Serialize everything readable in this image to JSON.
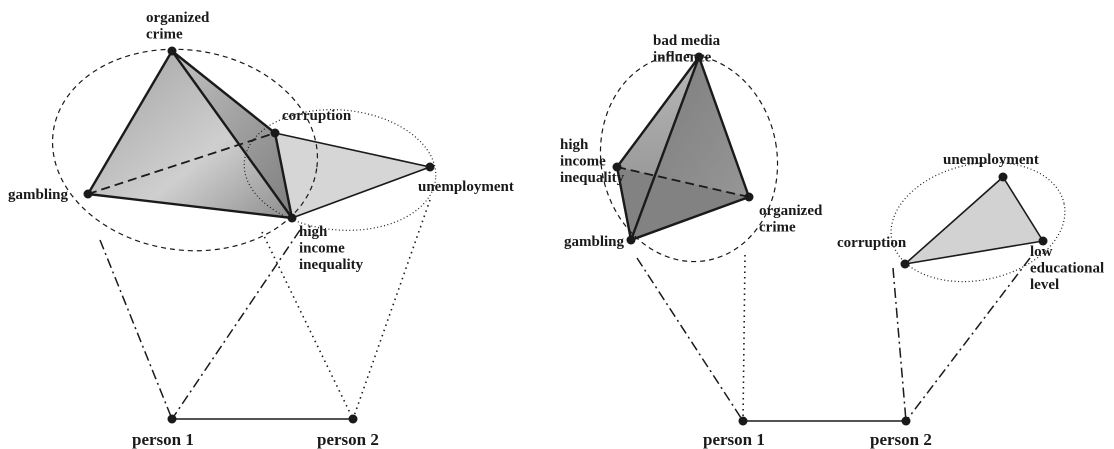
{
  "left_panel": {
    "nodes": {
      "organized_crime": "organized\ncrime",
      "corruption": "corruption",
      "gambling": "gambling",
      "unemployment": "unemployment",
      "high_income_inequality": "high\nincome\ninequality",
      "person1": "person 1",
      "person2": "person 2"
    }
  },
  "right_panel": {
    "nodes": {
      "bad_media_influence": "bad media\ninfluence",
      "high_income_inequality": "high\nincome\ninequality",
      "organized_crime": "organized\ncrime",
      "gambling": "gambling",
      "unemployment": "unemployment",
      "corruption": "corruption",
      "low_educational_level": "low\neducational\nlevel",
      "person1": "person 1",
      "person2": "person 2"
    }
  },
  "colors": {
    "ink": "#1a1a1a",
    "face_light": "#d8d8d8",
    "face_mid": "#b4b4b4",
    "face_dark": "#8c8c8c"
  }
}
